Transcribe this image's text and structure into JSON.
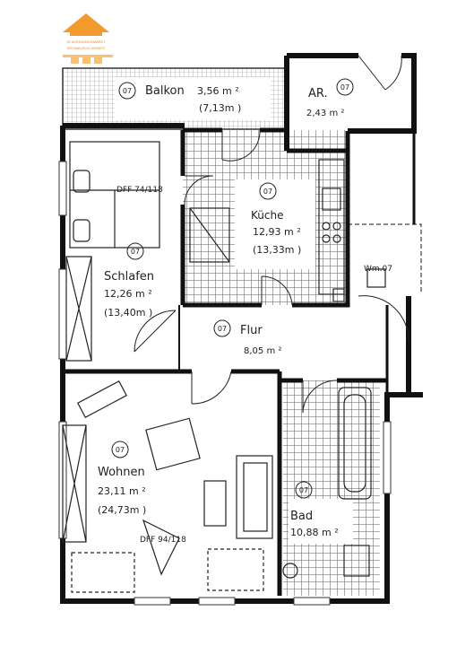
{
  "logo": {
    "name": "SI-WOHNUNGSMARKT",
    "tagline": "DER MAKLER IN CHEMNITZ",
    "color": "#f39a2e"
  },
  "unit_label": "07",
  "rooms": [
    {
      "key": "balkon",
      "name": "Balkon",
      "area": "3,56 m ²",
      "area2": "(7,13m )"
    },
    {
      "key": "ar",
      "name": "AR.",
      "area": "2,43 m ²"
    },
    {
      "key": "kueche",
      "name": "Küche",
      "area": "12,93 m ²",
      "area2": "(13,33m )"
    },
    {
      "key": "schlafen",
      "name": "Schlafen",
      "area": "12,26 m ²",
      "area2": "(13,40m )"
    },
    {
      "key": "flur",
      "name": "Flur",
      "area": "8,05 m ²"
    },
    {
      "key": "wohnen",
      "name": "Wohnen",
      "area": "23,11 m ²",
      "area2": "(24,73m )"
    },
    {
      "key": "bad",
      "name": "Bad",
      "area": "10,88 m ²"
    },
    {
      "key": "wm",
      "name": "Wm.07"
    }
  ],
  "dff_marks": [
    "DFF 74/118",
    "DFF 94/118"
  ]
}
